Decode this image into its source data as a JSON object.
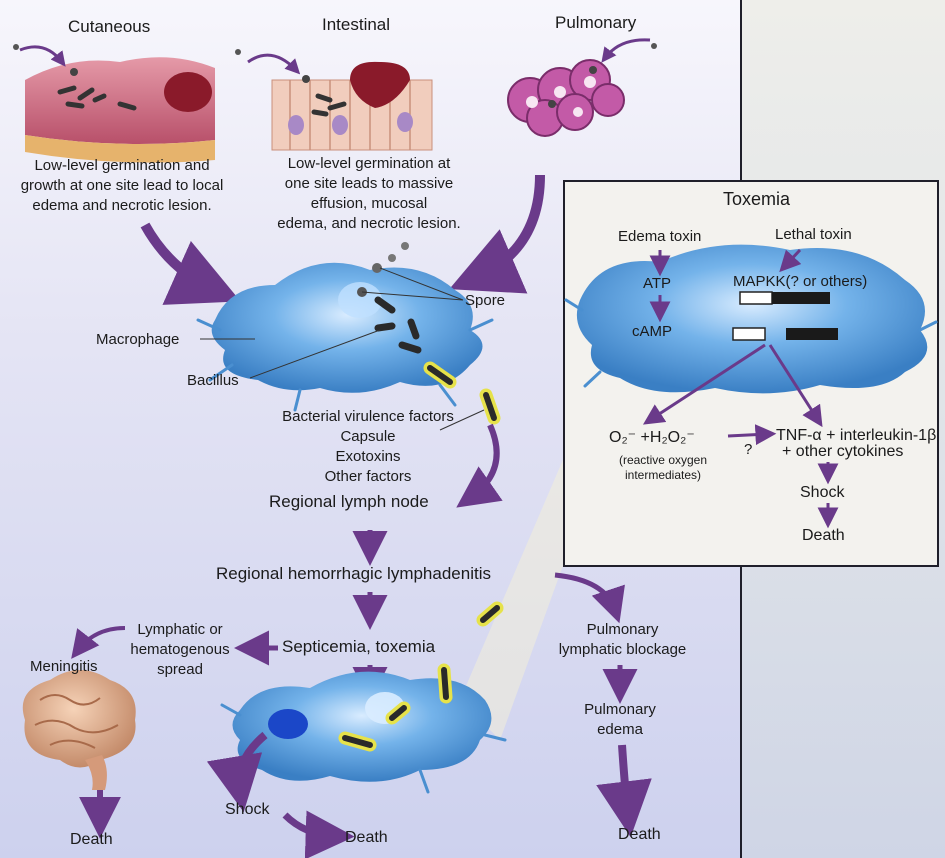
{
  "routes": {
    "cutaneous": {
      "title": "Cutaneous",
      "lines": [
        "Low-level germination and",
        "growth at one site lead to local",
        "edema and necrotic lesion."
      ]
    },
    "intestinal": {
      "title": "Intestinal",
      "lines": [
        "Low-level germination at",
        "one site leads to massive",
        "effusion, mucosal",
        "edema, and necrotic lesion."
      ]
    },
    "pulmonary": {
      "title": "Pulmonary"
    }
  },
  "labels": {
    "spore": "Spore",
    "macrophage": "Macrophage",
    "bacillus": "Bacillus",
    "virulence": [
      "Bacterial virulence factors",
      "Capsule",
      "Exotoxins",
      "Other factors"
    ],
    "regional_node": "Regional lymph node",
    "lymphadenitis": "Regional hemorrhagic lymphadenitis",
    "septicemia": "Septicemia, toxemia",
    "spread": [
      "Lymphatic or",
      "hematogenous",
      "spread"
    ],
    "meningitis": "Meningitis",
    "death_brain": "Death",
    "shock_bottom": "Shock",
    "death_shock": "Death",
    "pulm_blockage": [
      "Pulmonary",
      "lymphatic blockage"
    ],
    "pulm_edema": [
      "Pulmonary",
      "edema"
    ],
    "death_pulm": "Death"
  },
  "toxemia": {
    "title": "Toxemia",
    "edema_toxin": "Edema toxin",
    "lethal_toxin": "Lethal toxin",
    "atp": "ATP",
    "mapkk": "MAPKK(? or others)",
    "camp": "cAMP",
    "ros": "O₂⁻ +H₂O₂⁻",
    "ros_note": [
      "(reactive oxygen",
      "intermediates)"
    ],
    "question": "?",
    "tnf": "TNF-α + interleukin-1β",
    "cytokines": "+ other cytokines",
    "shock": "Shock",
    "death": "Death"
  },
  "colors": {
    "arrow": "#6a3a8a",
    "cell": "#6aa6dc",
    "bacillus_ring": "#e6e24a"
  }
}
